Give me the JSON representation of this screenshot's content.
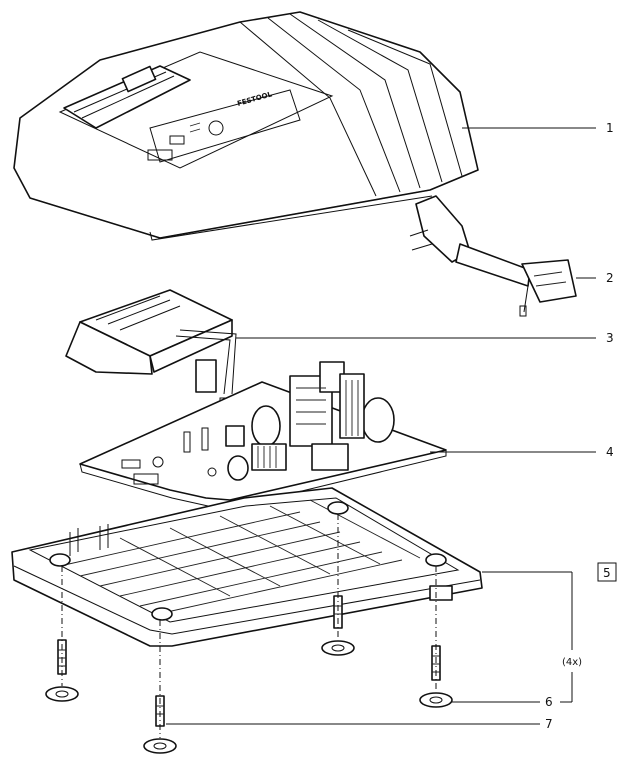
{
  "brand_label": "FESTOOL",
  "callouts": [
    {
      "id": "1",
      "label": "1"
    },
    {
      "id": "2",
      "label": "2"
    },
    {
      "id": "3",
      "label": "3"
    },
    {
      "id": "4",
      "label": "4"
    },
    {
      "id": "5",
      "label": "5"
    },
    {
      "id": "6",
      "label": "6"
    },
    {
      "id": "7",
      "label": "7"
    }
  ],
  "quantity_note": "(4x)"
}
